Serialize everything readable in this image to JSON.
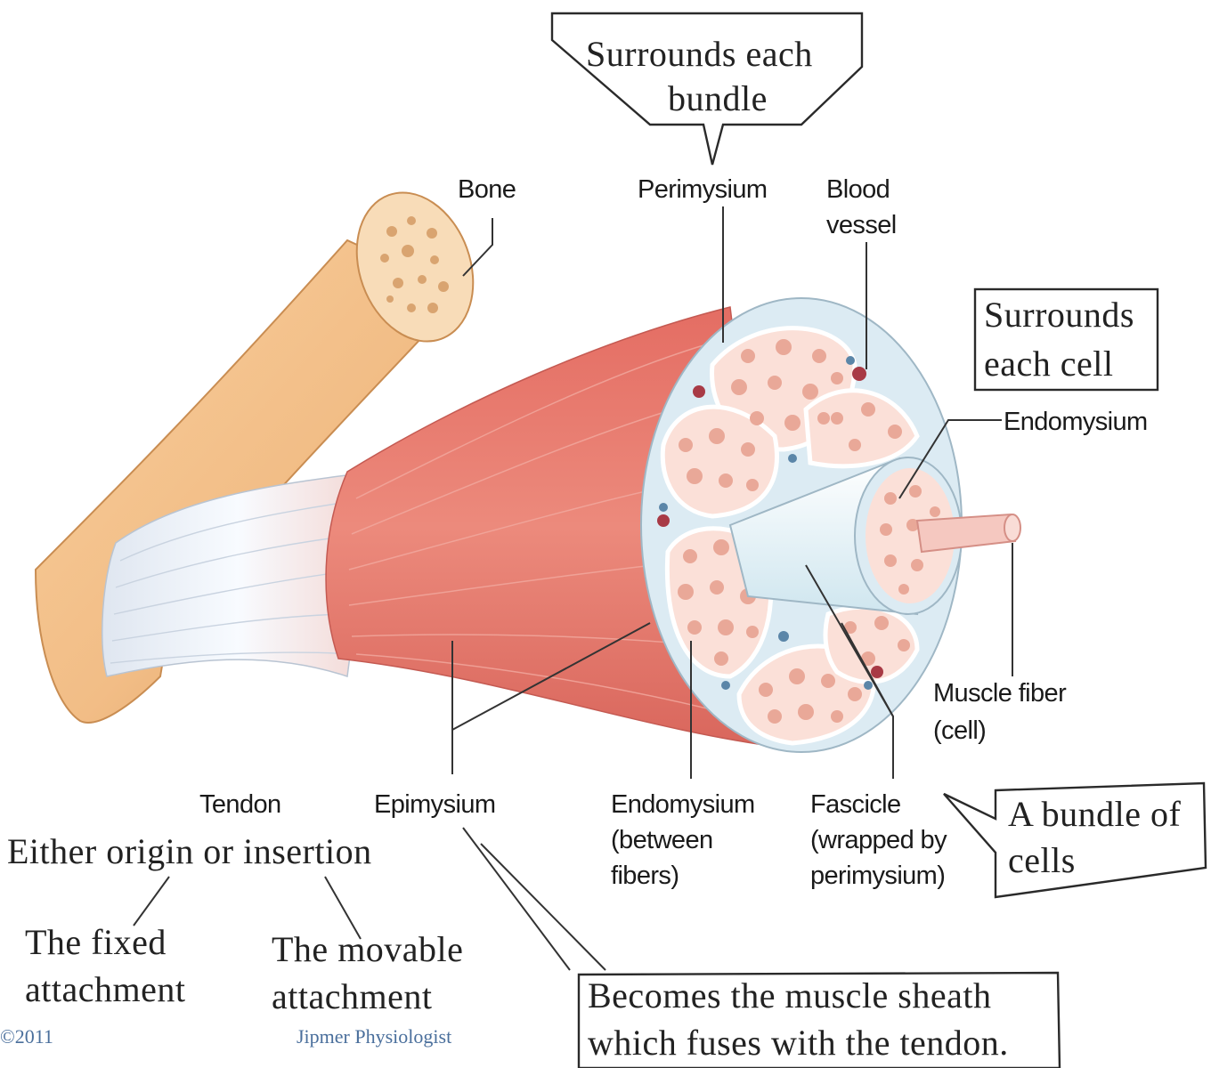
{
  "labels": {
    "bone": "Bone",
    "perimysium": "Perimysium",
    "blood_vessel_line1": "Blood",
    "blood_vessel_line2": "vessel",
    "endomysium": "Endomysium",
    "muscle_fiber_line1": "Muscle fiber",
    "muscle_fiber_line2": "(cell)",
    "tendon": "Tendon",
    "epimysium": "Epimysium",
    "endomysium_between_line1": "Endomysium",
    "endomysium_between_line2": "(between",
    "endomysium_between_line3": "fibers)",
    "fascicle_line1": "Fascicle",
    "fascicle_line2": "(wrapped by",
    "fascicle_line3": "perimysium)"
  },
  "notes": {
    "surrounds_bundle_line1": "Surrounds each",
    "surrounds_bundle_line2": "bundle",
    "surrounds_cell_line1": "Surrounds",
    "surrounds_cell_line2": "each cell",
    "bundle_of_cells_line1": "A bundle of",
    "bundle_of_cells_line2": "cells",
    "either_origin": "Either origin or insertion",
    "fixed_line1": "The fixed",
    "fixed_line2": "attachment",
    "movable_line1": "The movable",
    "movable_line2": "attachment",
    "sheath_line1": "Becomes the muscle sheath",
    "sheath_line2": "which fuses with the tendon."
  },
  "watermark": {
    "year": "©2011",
    "credit": "Jipmer Physiologist"
  },
  "colors": {
    "bone": "#f2c28e",
    "muscle": "#e0776a",
    "tendon": "#eef3f8",
    "fascicle": "#fbe0d8",
    "sheath": "#dff0f7"
  }
}
